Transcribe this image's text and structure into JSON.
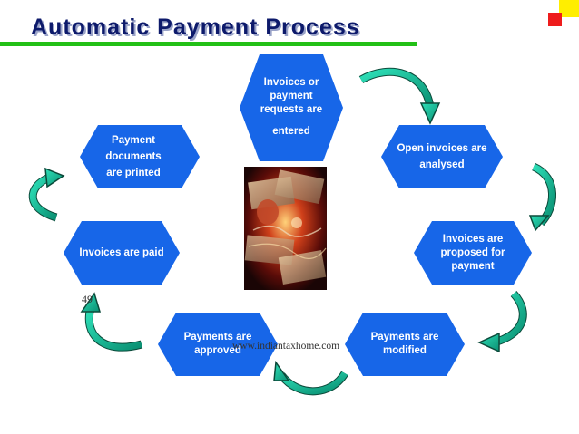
{
  "title": "Automatic Payment Process",
  "colors": {
    "hex_fill": "#1766e8",
    "arrow_fill": "#19c8a0",
    "title_color": "#0d1a6b",
    "title_underline": "#22c016"
  },
  "steps": {
    "entered": [
      "Invoices or",
      "payment",
      "requests are",
      "entered"
    ],
    "analysed": [
      "Open invoices are",
      "analysed"
    ],
    "proposed": [
      "Invoices are",
      "proposed for",
      "payment"
    ],
    "modified": [
      "Payments are",
      "modified"
    ],
    "approved": [
      "Payments are",
      "approved"
    ],
    "paid": [
      "Invoices are paid"
    ],
    "printed": [
      "Payment",
      "documents",
      "are printed"
    ]
  },
  "page_number": "49",
  "watermark": "www.indiantaxhome.com"
}
